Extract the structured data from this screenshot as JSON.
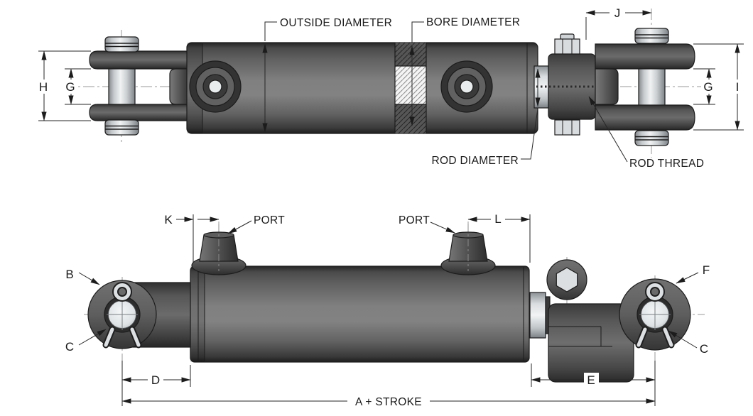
{
  "drawing": {
    "description": "Hydraulic welded cross-tube cylinder dimensional drawing, two side views",
    "colors": {
      "background": "#ffffff",
      "outline": "#1c1c1c",
      "dimension_line": "#262626",
      "centerline": "#9a9a9a",
      "steel_mid": "#7e7e7e",
      "steel_dark": "#2e2e2e",
      "pin_highlight": "#eff1f2"
    },
    "top_view": {
      "callouts": {
        "outside_diameter": "OUTSIDE DIAMETER",
        "bore_diameter": "BORE DIAMETER",
        "rod_diameter": "ROD DIAMETER",
        "rod_thread": "ROD THREAD"
      },
      "dimensions": {
        "h": "H",
        "g_left": "G",
        "j": "J",
        "g_right": "G",
        "i": "I"
      }
    },
    "bottom_view": {
      "callouts": {
        "port_left": "PORT",
        "port_right": "PORT",
        "b": "B",
        "c_left": "C",
        "f": "F",
        "c_right": "C"
      },
      "dimensions": {
        "k": "K",
        "l": "L",
        "d": "D",
        "e": "E",
        "a_stroke": "A + STROKE"
      }
    }
  }
}
